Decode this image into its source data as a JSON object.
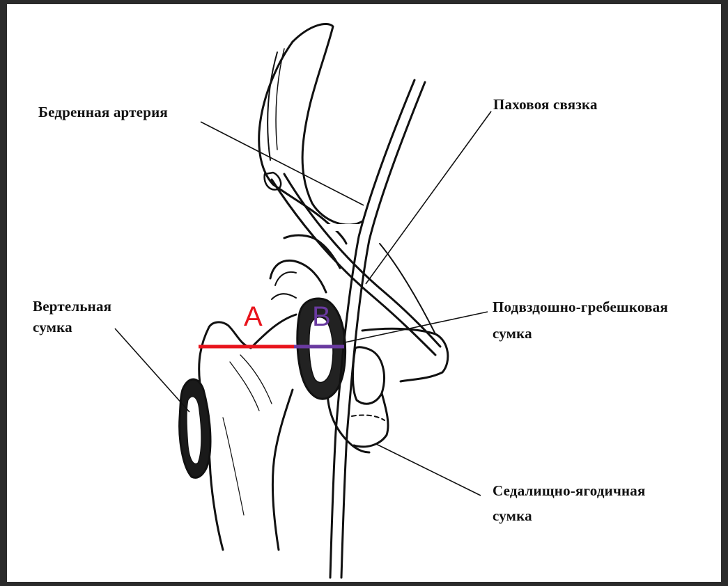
{
  "labels": {
    "femoral_artery": "Бедренная артерия",
    "inguinal_ligament": "Паховоя связка",
    "trochanteric_bursa_line1": "Вертельная",
    "trochanteric_bursa_line2": "сумка",
    "iliopectineal_bursa_line1": "Подвздошно-гребешковая",
    "iliopectineal_bursa_line2": "сумка",
    "ischiogluteal_bursa_line1": "Седалищно-ягодичная",
    "ischiogluteal_bursa_line2": "сумка"
  },
  "markers": {
    "a": "A",
    "b": "B"
  },
  "colors": {
    "segment_a": "#e8141c",
    "segment_b": "#6a3aa0",
    "ink": "#111111",
    "background": "#ffffff",
    "frame": "#2b2b2b"
  }
}
